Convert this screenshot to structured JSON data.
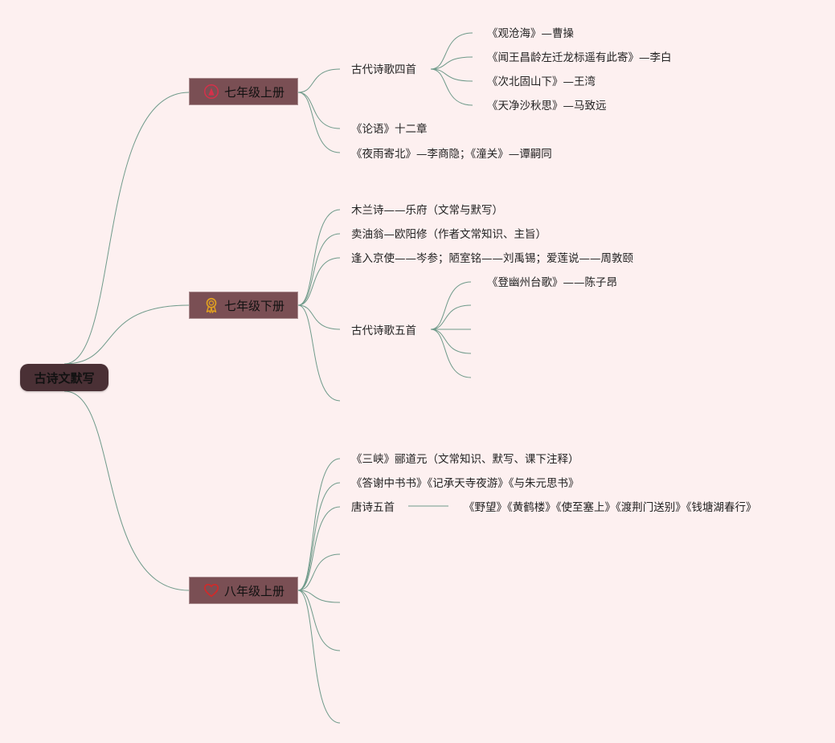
{
  "root": {
    "label": "古诗文默写"
  },
  "branches": [
    {
      "label": "七年级上册",
      "icon": "flag-icon",
      "children": [
        {
          "label": "古代诗歌四首",
          "children": [
            "《观沧海》—曹操",
            "《闻王昌龄左迁龙标遥有此寄》—李白",
            "《次北固山下》—王湾",
            "《天净沙秋思》—马致远"
          ]
        },
        {
          "label": "《论语》十二章"
        },
        {
          "label": "《夜雨寄北》—李商隐；《潼关》—谭嗣同"
        }
      ]
    },
    {
      "label": "七年级下册",
      "icon": "award-ribbon-icon",
      "children": [
        {
          "label": "木兰诗——乐府（文常与默写）"
        },
        {
          "label": "卖油翁—欧阳修（作者文常知识、主旨）"
        },
        {
          "label": "逢入京使——岑参；陋室铭——刘禹锡；爱莲说——周敦颐"
        },
        {
          "label": "古代诗歌五首",
          "children": [
            "《登幽州台歌》——陈子昂",
            "",
            "",
            "",
            ""
          ]
        },
        {
          "label": ""
        }
      ]
    },
    {
      "label": "八年级上册",
      "icon": "heart-icon",
      "children": [
        {
          "label": "《三峡》郦道元（文常知识、默写、课下注释）"
        },
        {
          "label": "《答谢中书书》《记承天寺夜游》《与朱元思书》"
        },
        {
          "label": "唐诗五首",
          "children": [
            "《野望》《黄鹤楼》《使至塞上》《渡荆门送别》《钱塘湖春行》"
          ]
        },
        {
          "label": ""
        },
        {
          "label": ""
        },
        {
          "label": ""
        },
        {
          "label": ""
        }
      ]
    }
  ],
  "colors": {
    "background": "#fdf0f0",
    "root_fill": "#4a3035",
    "branch_fill": "#7a4f54",
    "connector": "#6f9a8a",
    "flag_icon": "#d6304a",
    "award_icon": "#e0a020",
    "heart_icon": "#d02a2a"
  }
}
